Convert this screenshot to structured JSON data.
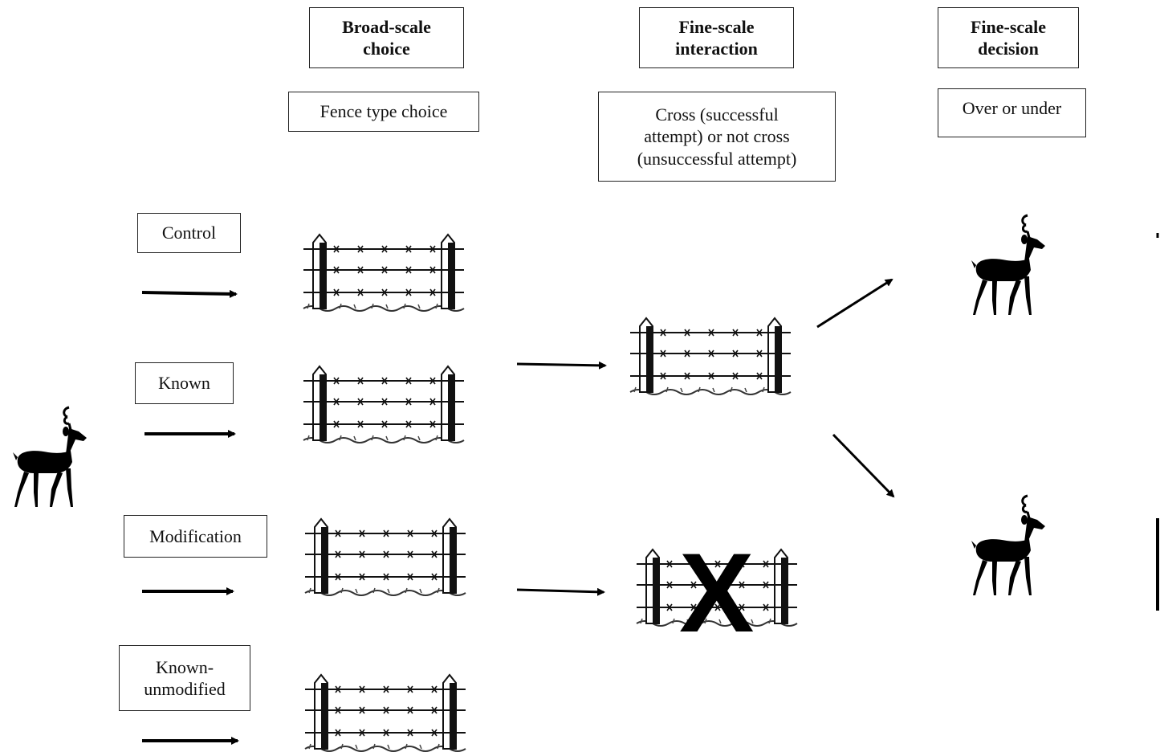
{
  "headers": {
    "broad_scale": "Broad-scale\nchoice",
    "fine_interaction": "Fine-scale\ninteraction",
    "fine_decision": "Fine-scale\ndecision"
  },
  "subheaders": {
    "fence_choice": "Fence type choice",
    "cross": "Cross (successful\nattempt) or not cross\n(unsuccessful attempt)",
    "over_under": "Over or under"
  },
  "fence_types": [
    {
      "label": "Control"
    },
    {
      "label": "Known"
    },
    {
      "label": "Modification"
    },
    {
      "label": "Known-\nunmodified"
    }
  ],
  "outcome_mark": "X",
  "icons": [
    "deer-icon",
    "fence-icon",
    "arrow-icon"
  ]
}
